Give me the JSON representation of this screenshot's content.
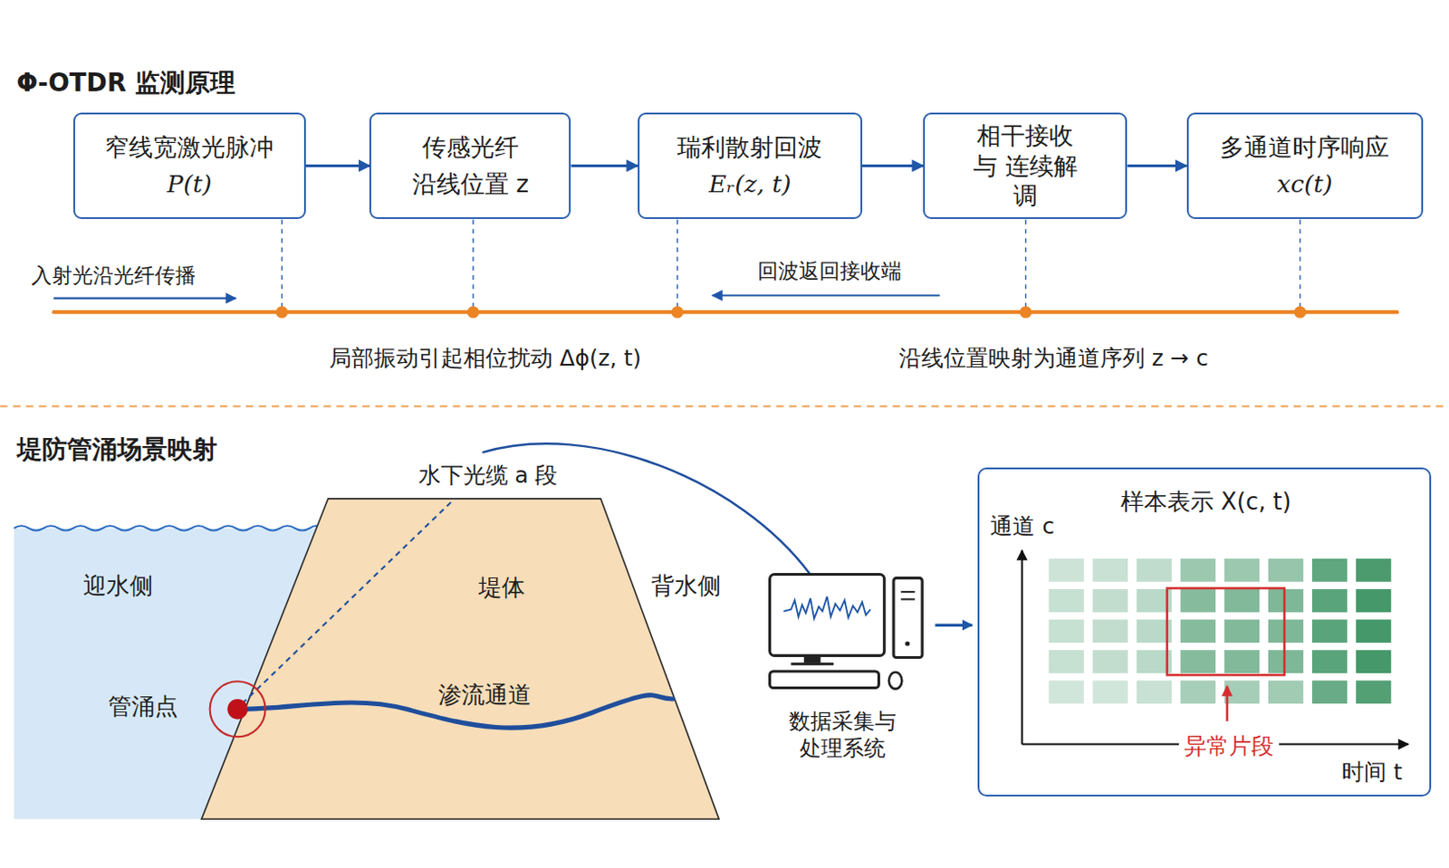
{
  "diagram": {
    "title": "Φ-OTDR 监测原理",
    "nodes": [
      {
        "text": [
          "窄线宽激光脉冲",
          "P(t)"
        ]
      },
      {
        "text": [
          "传感光纤",
          "沿线位置 z"
        ]
      },
      {
        "text": [
          "瑞利散射回波",
          "Eᵣ(z, t)"
        ]
      },
      {
        "text": [
          "相干接收与 连续解调"
        ]
      },
      {
        "text": [
          "多通道时序响应",
          "xc(t)"
        ]
      },
      {
        "text": [
          "样本表示 X(c, t)",
          "通道 c",
          "异常片段",
          "时间 t"
        ]
      }
    ],
    "edges": [
      {
        "from": 0,
        "to": 1,
        "arrow": "to"
      },
      {
        "from": 1,
        "to": 2,
        "arrow": "to"
      },
      {
        "from": 2,
        "to": 3,
        "arrow": "to"
      },
      {
        "from": 3,
        "to": 4,
        "arrow": "to"
      }
    ],
    "labels": [
      "入射光沿光纤传播",
      "回波返回接收端",
      "局部振动引起相位扰动 Δϕ(z, t)",
      "沿线位置映射为通道序列 z → c",
      "堤防管涌场景映射",
      "水下光缆 a 段",
      "迎水侧",
      "堤体",
      "背水侧",
      "管涌点",
      "渗流通道",
      "数据采集与 处理系统"
    ]
  }
}
